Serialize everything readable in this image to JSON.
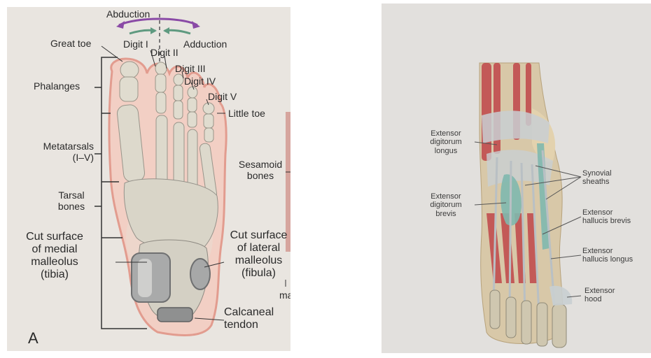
{
  "left_figure": {
    "panel_letter": "A",
    "movement": {
      "abduction": "Abduction",
      "adduction": "Adduction"
    },
    "digits": {
      "digit_1": "Digit I",
      "digit_2": "Digit II",
      "digit_3": "Digit III",
      "digit_4": "Digit IV",
      "digit_5": "Digit V"
    },
    "great_toe": "Great toe",
    "little_toe": "Little toe",
    "phalanges": "Phalanges",
    "metatarsals": [
      "Metatarsals",
      "(I–V)"
    ],
    "tarsal_bones": [
      "Tarsal",
      "bones"
    ],
    "sesamoid_bones": [
      "Sesamoid",
      "bones"
    ],
    "medial_malleolus": [
      "Cut surface",
      "of medial",
      "malleolus",
      "(tibia)"
    ],
    "lateral_malleolus": [
      "Cut surface",
      "of lateral",
      "malleolus",
      "(fibula)"
    ],
    "calcaneal_tendon": [
      "Calcaneal",
      "tendon"
    ],
    "cropped_fragment": "mal"
  },
  "right_figure": {
    "extensor_digitorum_longus": [
      "Extensor",
      "digitorum",
      "longus"
    ],
    "extensor_digitorum_brevis": [
      "Extensor",
      "digitorum",
      "brevis"
    ],
    "synovial_sheaths": [
      "Synovial",
      "sheaths"
    ],
    "extensor_hallucis_brevis": [
      "Extensor",
      "hallucis brevis"
    ],
    "extensor_hallucis_longus": [
      "Extensor",
      "hallucis longus"
    ],
    "extensor_hood": [
      "Extensor",
      "hood"
    ]
  },
  "colors": {
    "page_left": "#e9e5e0",
    "page_right": "#e2e0dd",
    "skin_outline": "#e8a99a",
    "bone": "#dcd8cc",
    "abduction_arrow": "#8a4aa6",
    "adduction_arrow": "#5f9a80",
    "muscle_red": "#c0464a",
    "tendon_gray": "#c9cfd2",
    "sheath_teal": "#7fb8ae"
  }
}
